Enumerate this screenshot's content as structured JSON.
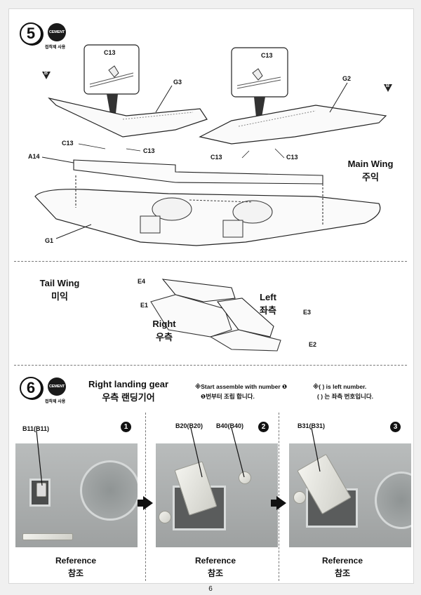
{
  "step5": {
    "number": "5",
    "cement_label": "CEMENT",
    "cement_ko": "접착제 사용",
    "labels": {
      "g3": "G3",
      "g2": "G2",
      "g1": "G1",
      "a14": "A14",
      "c13_detail_left": "C13",
      "c13_detail_right": "C13",
      "c13_ll": "C13",
      "c13_lr": "C13",
      "c13_rl": "C13",
      "c13_rr": "C13",
      "e4": "E4",
      "e1": "E1",
      "e3": "E3",
      "e2": "E2"
    },
    "markers": {
      "b": "B",
      "b2": "B"
    },
    "main_wing_en": "Main Wing",
    "main_wing_ko": "주익",
    "tail_wing_en": "Tail Wing",
    "tail_wing_ko": "미익",
    "left_en": "Left",
    "left_ko": "좌측",
    "right_en": "Right",
    "right_ko": "우측"
  },
  "step6": {
    "number": "6",
    "cement_label": "CEMENT",
    "cement_ko": "접착제 사용",
    "title_en": "Right landing gear",
    "title_ko": "우측 랜딩기어",
    "note1_en": "※Start assemble with number ❶",
    "note1_ko": "❶번부터 조립 합니다.",
    "note2_en": "※(   ) is left number.",
    "note2_ko": "(   ) 는 좌측 번호입니다.",
    "panels": [
      {
        "num": "1",
        "part_labels": [
          "B11(B11)"
        ],
        "ref_en": "Reference",
        "ref_ko": "참조"
      },
      {
        "num": "2",
        "part_labels": [
          "B20(B20)",
          "B40(B40)"
        ],
        "ref_en": "Reference",
        "ref_ko": "참조"
      },
      {
        "num": "3",
        "part_labels": [
          "B31(B31)"
        ],
        "ref_en": "Reference",
        "ref_ko": "참조"
      }
    ]
  },
  "page_number": "6"
}
